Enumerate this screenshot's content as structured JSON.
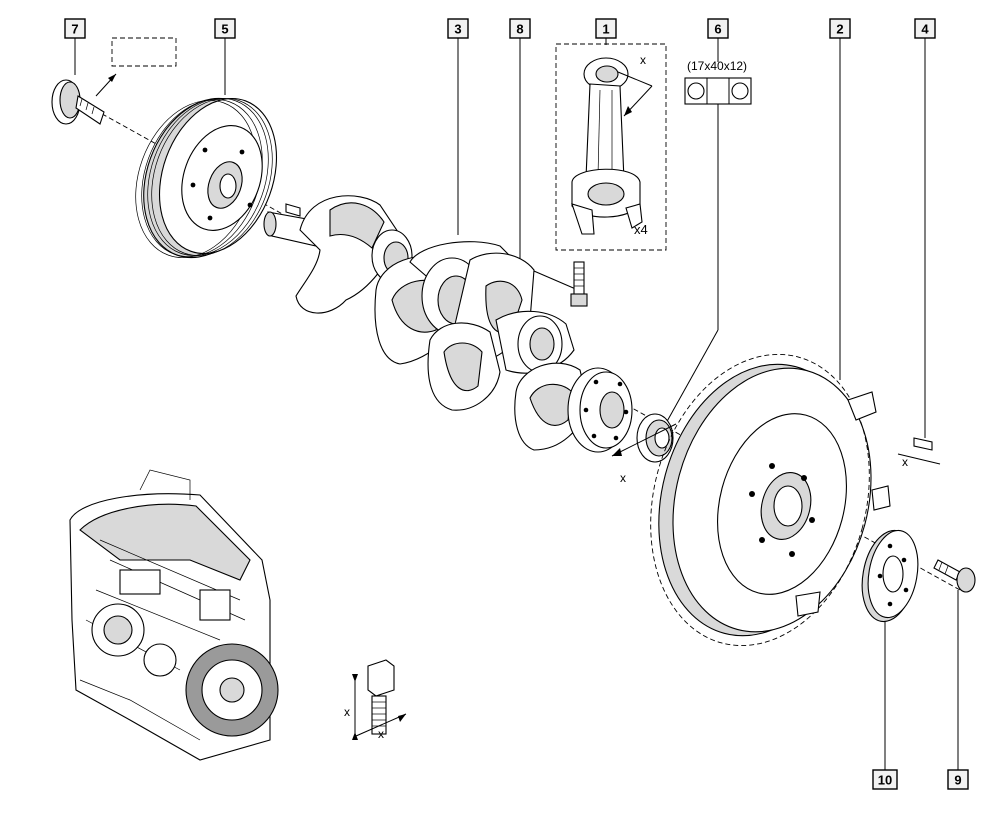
{
  "callouts": {
    "c1": "1",
    "c2": "2",
    "c3": "3",
    "c4": "4",
    "c5": "5",
    "c6": "6",
    "c7": "7",
    "c8": "8",
    "c9": "9",
    "c10": "10"
  },
  "annotations": {
    "bearing_size": "(17x40x12)",
    "rod_qty": "x4",
    "dim_x_rod": "x",
    "dim_x_bearing": "x",
    "dim_x_dowel": "x",
    "dim_x_bolt_vertical": "x",
    "dim_x_bolt_horizontal": "x"
  }
}
